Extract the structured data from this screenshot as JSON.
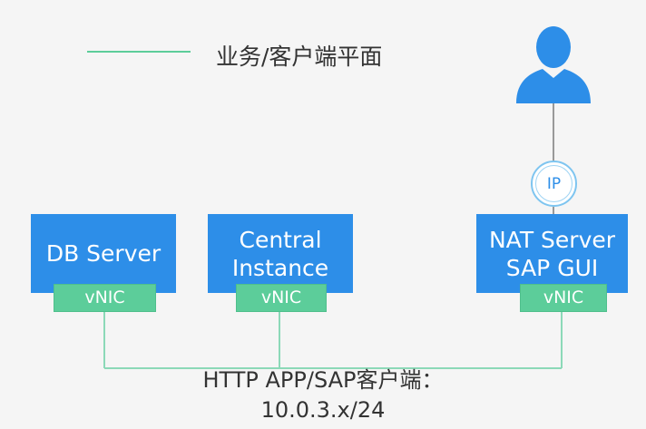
{
  "legend": {
    "label": "业务/客户端平面",
    "line_color": "#5ccd9a"
  },
  "servers": {
    "db": {
      "line1": "DB Server",
      "vnic": "vNIC"
    },
    "central": {
      "line1": "Central",
      "line2": "Instance",
      "vnic": "vNIC"
    },
    "nat": {
      "line1": "NAT Server",
      "line2": "SAP GUI",
      "vnic": "vNIC"
    }
  },
  "ip_icon": {
    "label": "IP"
  },
  "network": {
    "line1": "HTTP APP/SAP客户端：",
    "line2": "10.0.3.x/24"
  },
  "colors": {
    "server": "#2d8ee8",
    "vnic": "#5ccd9a",
    "connector": "#8cd9b8",
    "user_line": "#999999",
    "user": "#2d8ee8"
  },
  "icons": {
    "user": "user-icon",
    "ip": "ip-icon"
  }
}
